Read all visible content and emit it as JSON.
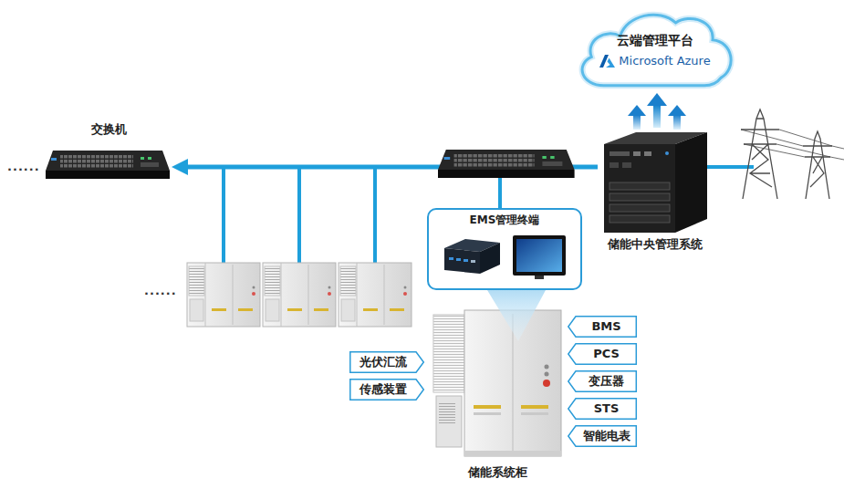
{
  "diagram": {
    "nodes": [
      {
        "text": [
          "云端管理平台",
          "Microsoft Azure"
        ]
      },
      {
        "text": [
          "交换机"
        ]
      },
      {
        "text": [
          "储能中央管理系统"
        ]
      },
      {
        "text": [
          "EMS管理终端"
        ]
      },
      {
        "text": [
          "光伏汇流"
        ]
      },
      {
        "text": [
          "传感装置"
        ]
      },
      {
        "text": [
          "BMS"
        ]
      },
      {
        "text": [
          "PCS"
        ]
      },
      {
        "text": [
          "变压器"
        ]
      },
      {
        "text": [
          "STS"
        ]
      },
      {
        "text": [
          "智能电表"
        ]
      },
      {
        "text": [
          "储能系统柜"
        ]
      }
    ],
    "edges": [
      {
        "from": 2,
        "to": 0,
        "arrow": "to"
      },
      {
        "from": 2,
        "to": 1,
        "arrow": "to"
      }
    ],
    "labels": [
      "......",
      "......"
    ]
  }
}
